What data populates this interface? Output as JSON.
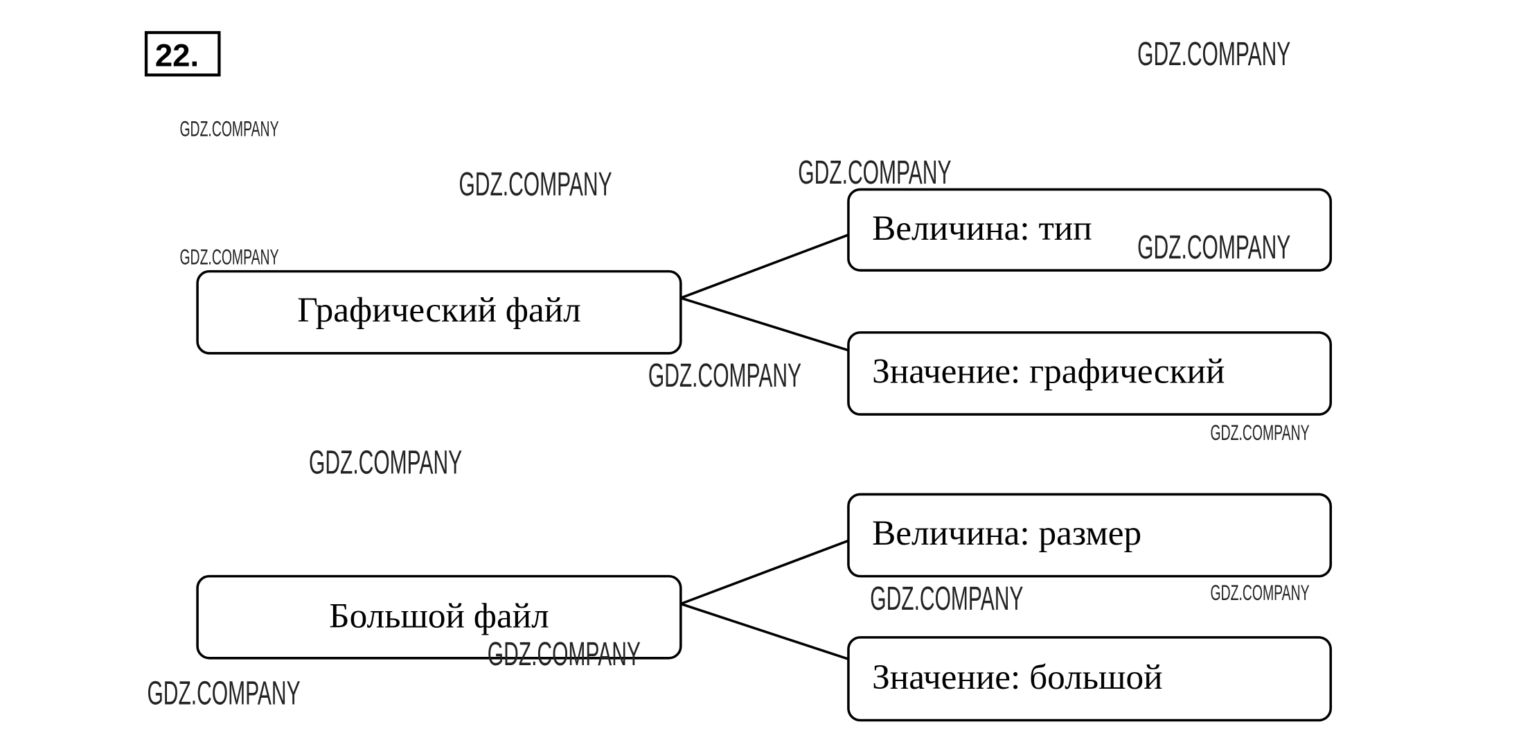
{
  "task_number": "22.",
  "watermark": "GDZ.COMPANY",
  "diagram": {
    "groups": [
      {
        "root": "Графический файл",
        "children": [
          "Величина: тип",
          "Значение: графический"
        ]
      },
      {
        "root": "Большой файл",
        "children": [
          "Величина: размер",
          "Значение: большой"
        ]
      }
    ]
  }
}
